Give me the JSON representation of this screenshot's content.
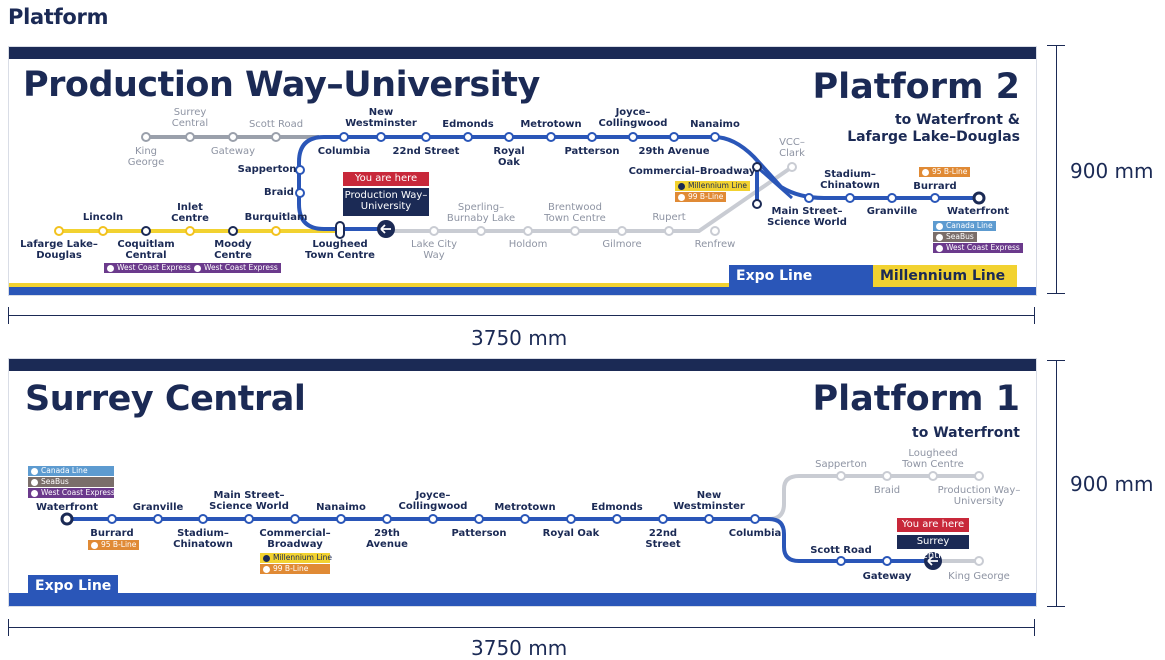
{
  "heading": "Platform",
  "colors": {
    "expo": "#2a56b8",
    "millennium": "#f2d230",
    "inactive": "#c9ccd3",
    "navy": "#1b2a55",
    "red": "#c8283a",
    "orange": "#e08a35",
    "purple": "#6b3a8c",
    "canada": "#5d9bd0",
    "seabus": "#7a6e6a"
  },
  "dims": {
    "height_top": "900 mm",
    "height_bottom": "900 mm",
    "width_top": "3750 mm",
    "width_bottom": "3750 mm"
  },
  "sign1": {
    "station": "Production Way–University",
    "platform": "Platform 2",
    "dest1": "to Waterfront &",
    "dest2": "Lafarge Lake–Douglas",
    "here_label": "You are here",
    "here_station_1": "Production Way–",
    "here_station_2": "University",
    "expo_label": "Expo Line",
    "millennium_label": "Millennium Line",
    "stations": {
      "king": "King",
      "george": "George",
      "surrey1": "Surrey",
      "surrey2": "Central",
      "gateway": "Gateway",
      "scott": "Scott Road",
      "columbia": "Columbia",
      "newwest1": "New",
      "newwest2": "Westminster",
      "22nd": "22nd Street",
      "edmonds": "Edmonds",
      "royal1": "Royal",
      "royal2": "Oak",
      "metrotown": "Metrotown",
      "patterson": "Patterson",
      "joyce1": "Joyce–",
      "joyce2": "Collingwood",
      "29th": "29th Avenue",
      "nanaimo": "Nanaimo",
      "commercial": "Commercial–Broadway",
      "vcc1": "VCC–",
      "vcc2": "Clark",
      "stadium1": "Stadium–",
      "stadium2": "Chinatown",
      "granville": "Granville",
      "burrard": "Burrard",
      "waterfront": "Waterfront",
      "mainst1": "Main Street–",
      "mainst2": "Science World",
      "sapperton": "Sapperton",
      "braid": "Braid",
      "burquitlam": "Burquitlam",
      "inlet1": "Inlet",
      "inlet2": "Centre",
      "lincoln": "Lincoln",
      "lafarge1": "Lafarge Lake–",
      "lafarge2": "Douglas",
      "coquitlam1": "Coquitlam",
      "coquitlam2": "Central",
      "moody1": "Moody",
      "moody2": "Centre",
      "lougheed1": "Lougheed",
      "lougheed2": "Town Centre",
      "lakecity1": "Lake City",
      "lakecity2": "Way",
      "sperling1": "Sperling–",
      "sperling2": "Burnaby Lake",
      "holdom": "Holdom",
      "brentwood1": "Brentwood",
      "brentwood2": "Town Centre",
      "gilmore": "Gilmore",
      "rupert": "Rupert",
      "renfrew": "Renfrew"
    },
    "badges": {
      "wce": "West Coast Express",
      "millennium": "Millennium Line",
      "b99": "99 B-Line",
      "b95": "95 B-Line",
      "canada": "Canada Line",
      "seabus": "SeaBus"
    }
  },
  "sign2": {
    "station": "Surrey Central",
    "platform": "Platform 1",
    "dest1": "to Waterfront",
    "here_label": "You are here",
    "here_station": "Surrey Central",
    "expo_label": "Expo Line",
    "stations": {
      "waterfront": "Waterfront",
      "burrard": "Burrard",
      "granville": "Granville",
      "stadium1": "Stadium–",
      "stadium2": "Chinatown",
      "mainst1": "Main Street–",
      "mainst2": "Science World",
      "commercial1": "Commercial–",
      "commercial2": "Broadway",
      "nanaimo": "Nanaimo",
      "29th1": "29th",
      "29th2": "Avenue",
      "joyce1": "Joyce–",
      "joyce2": "Collingwood",
      "patterson": "Patterson",
      "metrotown": "Metrotown",
      "royaloak": "Royal Oak",
      "edmonds": "Edmonds",
      "22nd1": "22nd",
      "22nd2": "Street",
      "newwest1": "New",
      "newwest2": "Westminster",
      "columbia": "Columbia",
      "scott": "Scott Road",
      "gateway": "Gateway",
      "king": "King George",
      "sapperton": "Sapperton",
      "braid": "Braid",
      "lougheed1": "Lougheed",
      "lougheed2": "Town Centre",
      "prodway1": "Production Way–",
      "prodway2": "University"
    },
    "badges": {
      "canada": "Canada Line",
      "seabus": "SeaBus",
      "wce": "West Coast Express",
      "b95": "95 B-Line",
      "millennium": "Millennium Line",
      "b99": "99 B-Line"
    }
  }
}
